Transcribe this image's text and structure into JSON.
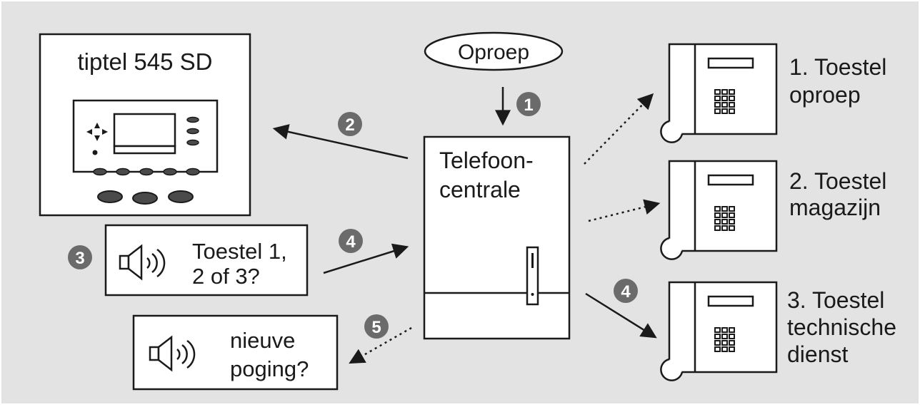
{
  "colors": {
    "background": "#e3e3e3",
    "box_fill": "#ffffff",
    "stroke": "#1a1a1a",
    "step_badge": "#6b6b6b",
    "button_fill": "#4a4a4a"
  },
  "call": {
    "label": "Oproep"
  },
  "device": {
    "label": "tiptel 545 SD"
  },
  "pbx": {
    "line1": "Telefoon-",
    "line2": "centrale"
  },
  "announcement_1": {
    "line1": "Toestel 1,",
    "line2": "2 of 3?",
    "icon": "speaker-icon"
  },
  "announcement_2": {
    "line1": "nieuve",
    "line2": "poging?",
    "icon": "speaker-icon"
  },
  "phones": [
    {
      "line1": "1. Toestel",
      "line2": "oproep",
      "line3": ""
    },
    {
      "line1": "2. Toestel",
      "line2": "magazijn",
      "line3": ""
    },
    {
      "line1": "3. Toestel",
      "line2": "technische",
      "line3": "dienst"
    }
  ],
  "steps": {
    "call_in": "1",
    "to_device": "2",
    "announce": "3",
    "select_in": "4",
    "select_out": "4",
    "retry": "5"
  }
}
